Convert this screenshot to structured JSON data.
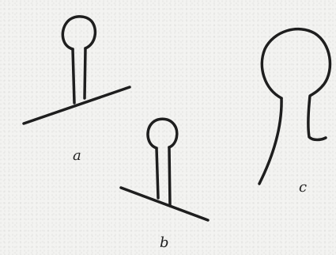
{
  "figure": {
    "labels": {
      "a": "a",
      "b": "b",
      "c": "c"
    },
    "colors": {
      "ink": "#1e1e1e",
      "paper": "#f3f3f1"
    }
  }
}
